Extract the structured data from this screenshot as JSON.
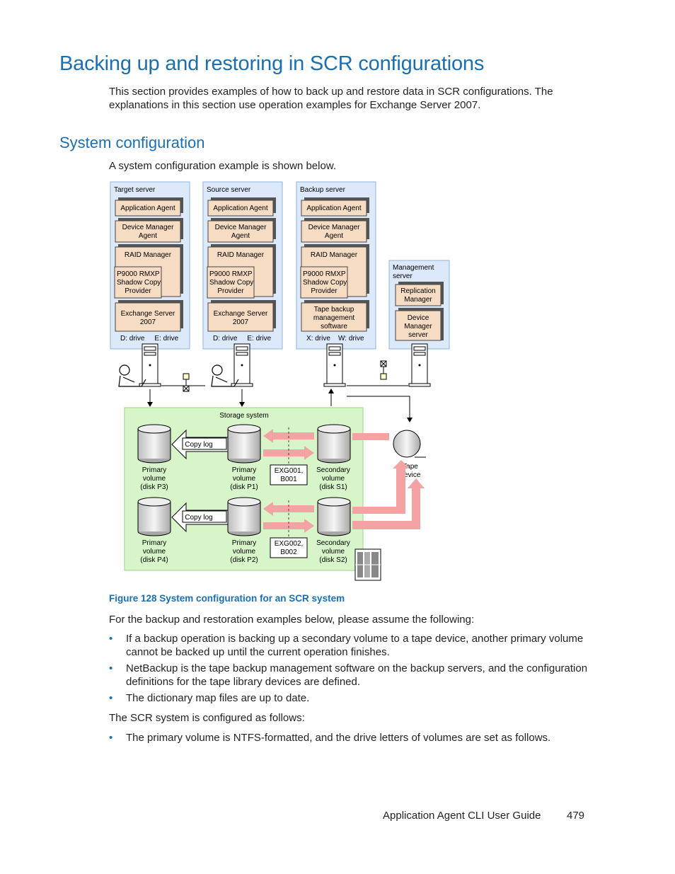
{
  "heading": "Backing up and restoring in SCR configurations",
  "intro": "This section provides examples of how to back up and restore data in SCR configurations. The explanations in this section use operation examples for Exchange Server 2007.",
  "subheading": "System configuration",
  "config_lead": "A system configuration example is shown below.",
  "figure": {
    "servers": [
      {
        "title": "Target server",
        "app": "Application Agent",
        "dev1": "Device Manager",
        "dev2": "Agent",
        "raid": "RAID Manager",
        "p1": "P9000 RMXP",
        "p2": "Shadow Copy",
        "p3": "Provider",
        "bot1": "Exchange Server",
        "bot2": "2007",
        "drives": "D: drive     E: drive"
      },
      {
        "title": "Source server",
        "app": "Application Agent",
        "dev1": "Device Manager",
        "dev2": "Agent",
        "raid": "RAID Manager",
        "p1": "P9000 RMXP",
        "p2": "Shadow Copy",
        "p3": "Provider",
        "bot1": "Exchange Server",
        "bot2": "2007",
        "drives": "D: drive     E: drive"
      },
      {
        "title": "Backup server",
        "app": "Application Agent",
        "dev1": "Device Manager",
        "dev2": "Agent",
        "raid": "RAID Manager",
        "p1": "P9000 RMXP",
        "p2": "Shadow Copy",
        "p3": "Provider",
        "bot1": "Tape backup",
        "bot2": "management",
        "bot3": "software",
        "drives": "X: drive    W: drive"
      }
    ],
    "mgmt": {
      "title1": "Management",
      "title2": "server",
      "rep1": "Replication",
      "rep2": "Manager",
      "dm1": "Device",
      "dm2": "Manager",
      "dm3": "server"
    },
    "storage_title": "Storage system",
    "copy_log": "Copy log",
    "vol_word": "volume",
    "primary": "Primary",
    "secondary": "Secondary",
    "disks": {
      "p3": "(disk P3)",
      "p1": "(disk P1)",
      "s1": "(disk S1)",
      "p4": "(disk P4)",
      "p2": "(disk P2)",
      "s2": "(disk S2)"
    },
    "exg1a": "EXG001,",
    "exg1b": "B001",
    "exg2a": "EXG002,",
    "exg2b": "B002",
    "tape1": "Tape",
    "tape2": "device"
  },
  "caption": "Figure 128 System configuration for an SCR system",
  "assume": "For the backup and restoration examples below, please assume the following:",
  "bullets1": [
    "If a backup operation is backing up a secondary volume to a tape device, another primary volume cannot be backed up until the current operation finishes.",
    "NetBackup is the tape backup management software on the backup servers, and the configuration definitions for the tape library devices are defined.",
    "The dictionary map files are up to date."
  ],
  "scr_lead": "The SCR system is configured as follows:",
  "bullets2": [
    "The primary volume is NTFS-formatted, and the drive letters of volumes are set as follows."
  ],
  "footer": "Application Agent CLI User Guide",
  "page_number": "479",
  "colors": {
    "heading": "#1a6fb3",
    "server_panel": "#dbe9fb",
    "component": "#f7dcc4",
    "storage": "#d7f5c8",
    "arrow": "#f28c8c"
  }
}
